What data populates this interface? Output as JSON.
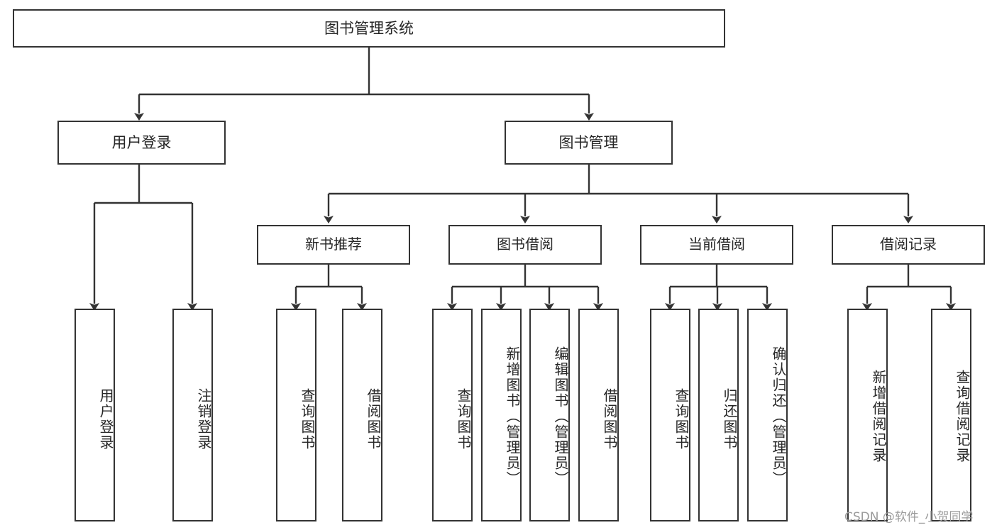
{
  "diagram": {
    "title": "图书管理系统",
    "type": "tree-hierarchy",
    "root": {
      "label": "图书管理系统"
    },
    "level2": [
      {
        "label": "用户登录"
      },
      {
        "label": "图书管理"
      }
    ],
    "level3": [
      {
        "label": "新书推荐"
      },
      {
        "label": "图书借阅"
      },
      {
        "label": "当前借阅"
      },
      {
        "label": "借阅记录"
      }
    ],
    "leaves": {
      "user_login": [
        {
          "label": "用户登录"
        },
        {
          "label": "注销登录"
        }
      ],
      "new_book_recommend": [
        {
          "label": "查询图书"
        },
        {
          "label": "借阅图书"
        }
      ],
      "book_borrow": [
        {
          "label": "查询图书"
        },
        {
          "label": "新增图书（管理员）"
        },
        {
          "label": "编辑图书（管理员）"
        },
        {
          "label": "借阅图书"
        }
      ],
      "current_borrow": [
        {
          "label": "查询图书"
        },
        {
          "label": "归还图书"
        },
        {
          "label": "确认归还（管理员）"
        }
      ],
      "borrow_records": [
        {
          "label": "新增借阅记录"
        },
        {
          "label": "查询借阅记录"
        }
      ]
    }
  },
  "watermark": {
    "text": "CSDN @软件_小贺同学"
  },
  "colors": {
    "stroke": "#333333",
    "text": "#262626",
    "background": "#ffffff",
    "watermark": "#9a9a9a"
  }
}
